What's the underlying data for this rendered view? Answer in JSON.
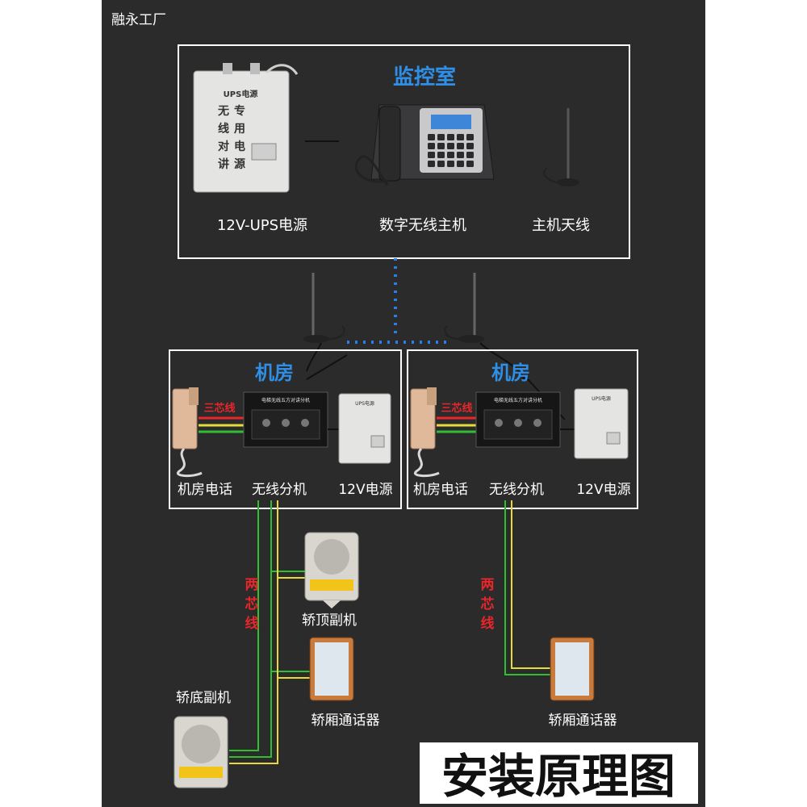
{
  "brand": "融永工厂",
  "title": "安装原理图",
  "monitor_room": {
    "title": "监控室",
    "ups_label": "12V-UPS电源",
    "host_label": "数字无线主机",
    "antenna_label": "主机天线"
  },
  "machine_room_left": {
    "title": "机房",
    "phone_label": "机房电话",
    "unit_label": "无线分机",
    "power_label": "12V电源",
    "cable_label": "三芯线"
  },
  "machine_room_right": {
    "title": "机房",
    "phone_label": "机房电话",
    "unit_label": "无线分机",
    "power_label": "12V电源",
    "cable_label": "三芯线"
  },
  "car_left": {
    "top_label": "轿顶副机",
    "intercom_label": "轿厢通话器",
    "bottom_label": "轿底副机",
    "cable_label": "两芯线"
  },
  "car_right": {
    "intercom_label": "轿厢通话器",
    "cable_label": "两芯线"
  },
  "device_text": {
    "ups_title": "UPS电源",
    "ups_vertical": [
      "无",
      "线",
      "对",
      "讲",
      "专",
      "用",
      "电",
      "源"
    ],
    "power_small_title": "UPS电源",
    "unit_panel_title": "电梯无线五方对讲分机"
  },
  "colors": {
    "background": "#2b2b2b",
    "frame": "#ffffff",
    "accent_blue": "#2f8fe6",
    "accent_red": "#e8262b",
    "wire_green": "#2fbf2f",
    "wire_yellow": "#e6d93a",
    "dotted_link": "#2a7fe0"
  }
}
